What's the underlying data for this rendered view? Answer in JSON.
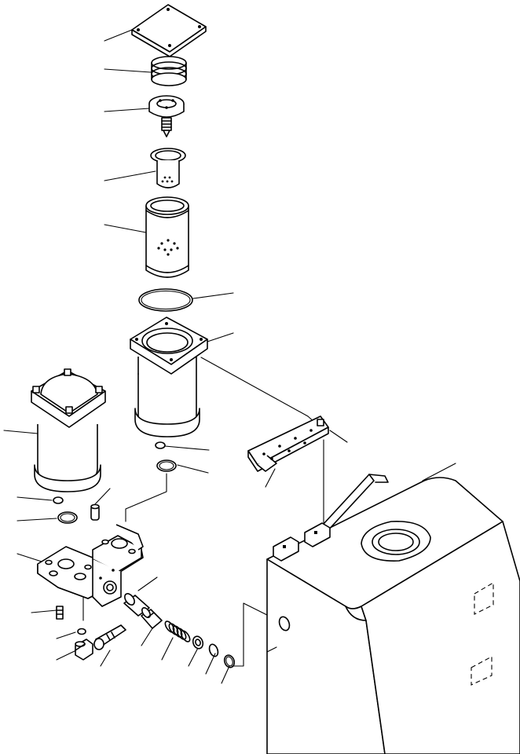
{
  "diagram": {
    "kind": "exploded-parts-view",
    "parts": [
      "filter-cover",
      "spring",
      "relief-valve",
      "strainer-cup",
      "filter-element",
      "o-ring-large",
      "filter-case",
      "filter-case-assembly",
      "o-ring-small-a",
      "o-ring-small-b",
      "o-ring-c",
      "o-ring-d",
      "dowel-pin",
      "filter-head",
      "mounting-bracket",
      "plug",
      "elbow-fitting",
      "bolt",
      "washer",
      "valve-sleeve",
      "valve-spring",
      "valve-seat",
      "seal-ring",
      "hydraulic-tank"
    ]
  }
}
